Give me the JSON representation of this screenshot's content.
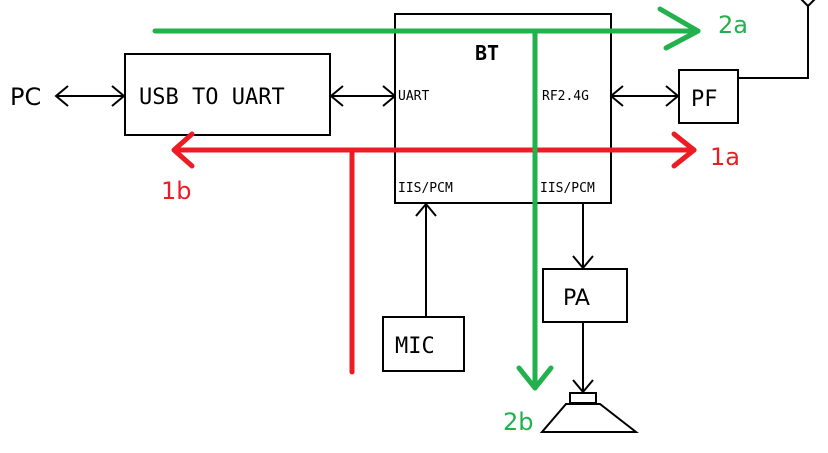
{
  "colors": {
    "line": "#000000",
    "red": "#ed1c24",
    "green": "#22b14c",
    "background": "#ffffff"
  },
  "blocks": {
    "pc": "PC",
    "usb_uart": "USB TO UART",
    "bt": "BT",
    "bt_uart_port": "UART",
    "bt_rf_port": "RF2.4G",
    "bt_iis_left": "IIS/PCM",
    "bt_iis_right": "IIS/PCM",
    "pf": "PF",
    "pa": "PA",
    "mic": "MIC"
  },
  "paths": {
    "a1": "1a",
    "b1": "1b",
    "a2": "2a",
    "b2": "2b"
  },
  "icons": {
    "antenna": "antenna-icon",
    "speaker": "speaker-icon"
  }
}
